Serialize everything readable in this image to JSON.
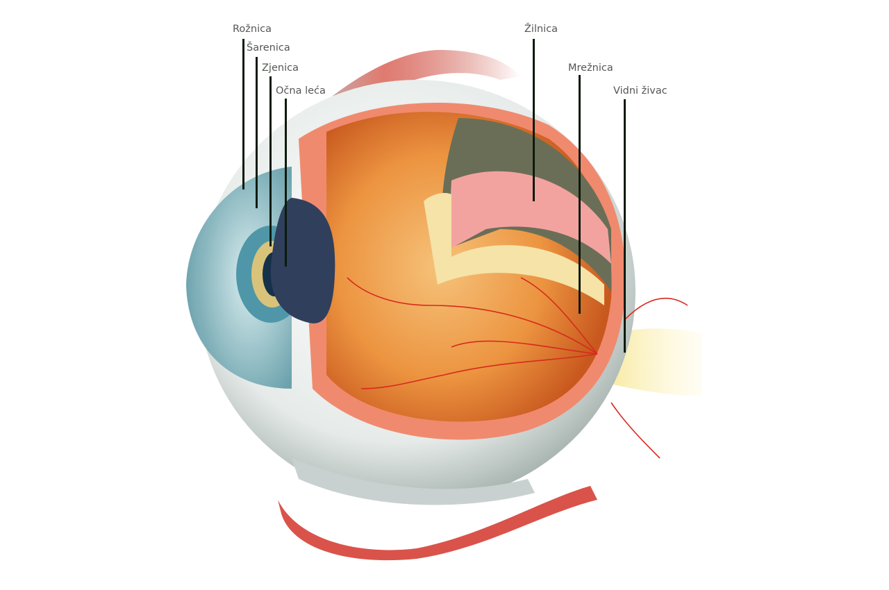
{
  "labels": {
    "cornea": "Rožnica",
    "iris": "Šarenica",
    "pupil": "Zjenica",
    "lens": "Očna leća",
    "choroid": "Žilnica",
    "retina": "Mrežnica",
    "optic_nerve": "Vidni živac"
  },
  "colors": {
    "label_text": "#555555",
    "leader_line": "#0d1a0d",
    "sclera": "#e8ecea",
    "vitreous": "#e98a3a",
    "muscle": "#d9534a",
    "iris": "#4f97a8",
    "lens": "#2f3f5c",
    "optic_nerve": "#f2dc7a"
  }
}
